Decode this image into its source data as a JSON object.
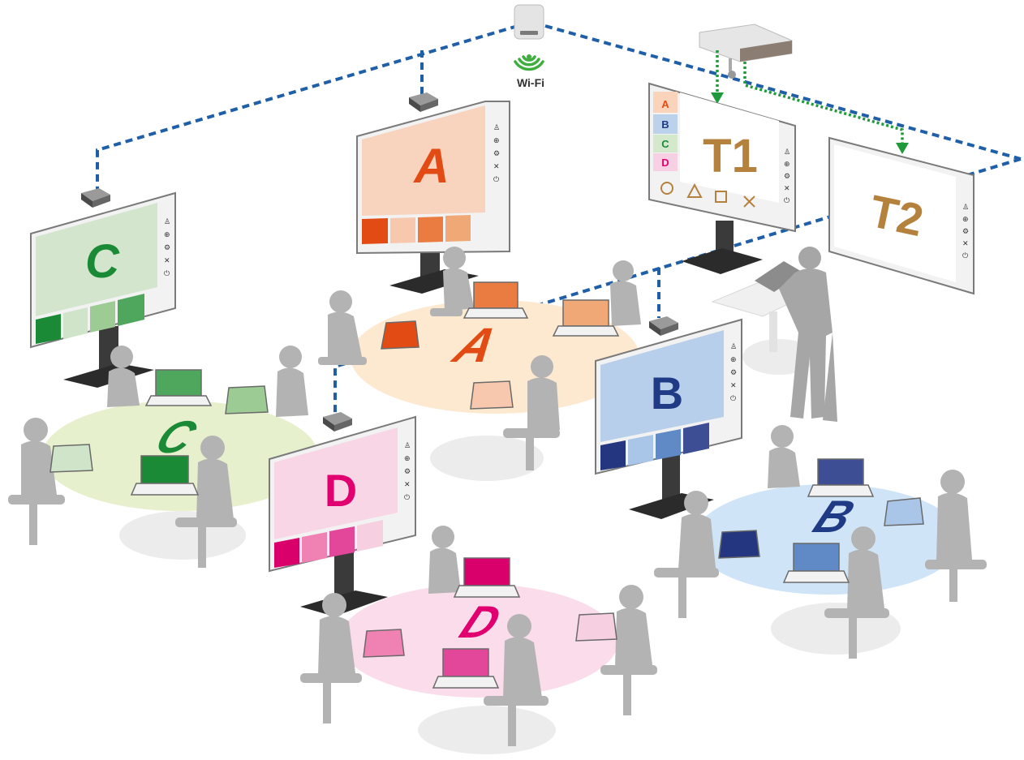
{
  "wifi": {
    "label": "Wi-Fi"
  },
  "colors": {
    "network_line": "#1f5fa8",
    "projector_arrow": "#1f9a3a",
    "silhouette": "#b3b3b3",
    "silhouette_dark": "#9c9c9c",
    "stand": "#3a3a3a"
  },
  "boards": [
    {
      "id": "A",
      "label": "A",
      "screen": "#f8d3bd",
      "text": "#e24c14",
      "tiles": [
        "#e24c14",
        "#f8c8ae",
        "#ea7c42",
        "#f0a877"
      ]
    },
    {
      "id": "B",
      "label": "B",
      "screen": "#b7cfea",
      "text": "#1f3b86",
      "tiles": [
        "#24367f",
        "#a9c6e8",
        "#5f8ac6",
        "#3e4e95"
      ]
    },
    {
      "id": "C",
      "label": "C",
      "screen": "#d3e6cd",
      "text": "#1a8a36",
      "tiles": [
        "#1a8a36",
        "#cfe4c8",
        "#9ccb93",
        "#4fa65d"
      ]
    },
    {
      "id": "D",
      "label": "D",
      "screen": "#f8d6e6",
      "text": "#e1006f",
      "tiles": [
        "#d9006c",
        "#f081b3",
        "#e3479a",
        "#f6cfe1"
      ]
    }
  ],
  "teacher_boards": [
    {
      "id": "T1",
      "label": "T1",
      "text": "#b5823e",
      "groups": [
        {
          "label": "A",
          "bg": "#fad3bb",
          "color": "#e24c14"
        },
        {
          "label": "B",
          "bg": "#bcd1ea",
          "color": "#1f3b86"
        },
        {
          "label": "C",
          "bg": "#d4e8cc",
          "color": "#1a8a36"
        },
        {
          "label": "D",
          "bg": "#f7d0e3",
          "color": "#e1006f"
        }
      ],
      "shapes": [
        "circle",
        "triangle",
        "square",
        "cross"
      ]
    },
    {
      "id": "T2",
      "label": "T2",
      "text": "#b5823e"
    }
  ],
  "tables": [
    {
      "id": "A",
      "label": "A",
      "floor": "#fde9cf",
      "text": "#e24c14"
    },
    {
      "id": "B",
      "label": "B",
      "floor": "#cfe5f7",
      "text": "#1f3b86"
    },
    {
      "id": "C",
      "label": "C",
      "floor": "#e7f0cc",
      "text": "#1a8a36"
    },
    {
      "id": "D",
      "label": "D",
      "floor": "#fadcea",
      "text": "#e1006f"
    }
  ]
}
